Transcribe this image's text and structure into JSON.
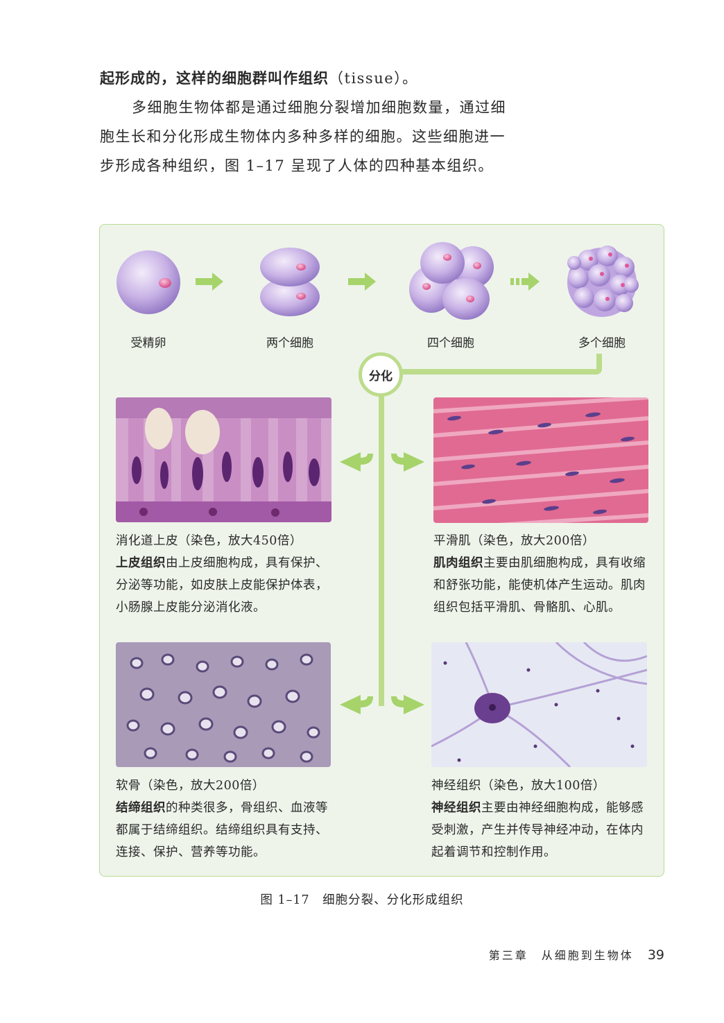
{
  "intro": {
    "line1_bold": "起形成的，这样的细胞群叫作组织",
    "line1_tail": "（tissue）。",
    "para2": "多细胞生物体都是通过细胞分裂增加细胞数量，通过细胞生长和分化形成生物体内多种多样的细胞。这些细胞进一步形成各种组织，图 1–17 呈现了人体的四种基本组织。"
  },
  "stages": [
    {
      "label": "受精卵"
    },
    {
      "label": "两个细胞"
    },
    {
      "label": "四个细胞"
    },
    {
      "label": "多个细胞"
    }
  ],
  "hub_label": "分化",
  "tissues": {
    "epithelial": {
      "title": "消化道上皮（染色，放大450倍）",
      "term": "上皮组织",
      "desc": "由上皮细胞构成，具有保护、分泌等功能，如皮肤上皮能保护体表，小肠腺上皮能分泌消化液。"
    },
    "muscle": {
      "title": "平滑肌（染色，放大200倍）",
      "term": "肌肉组织",
      "desc": "主要由肌细胞构成，具有收缩和舒张功能，能使机体产生运动。肌肉组织包括平滑肌、骨骼肌、心肌。"
    },
    "connective": {
      "title": "软骨（染色，放大200倍）",
      "term": "结缔组织",
      "desc": "的种类很多，骨组织、血液等都属于结缔组织。结缔组织具有支持、连接、保护、营养等功能。"
    },
    "nervous": {
      "title": "神经组织（染色，放大100倍）",
      "term": "神经组织",
      "desc": "主要由神经细胞构成，能够感受刺激，产生并传导神经冲动，在体内起着调节和控制作用。"
    }
  },
  "figure_caption": "图 1–17　细胞分裂、分化形成组织",
  "footer": {
    "chapter": "第三章　从细胞到生物体",
    "page": "39"
  },
  "colors": {
    "arrow_green": "#a6d36a",
    "line_green": "#bcdc8c",
    "panel_bg": "#eef4ea"
  }
}
